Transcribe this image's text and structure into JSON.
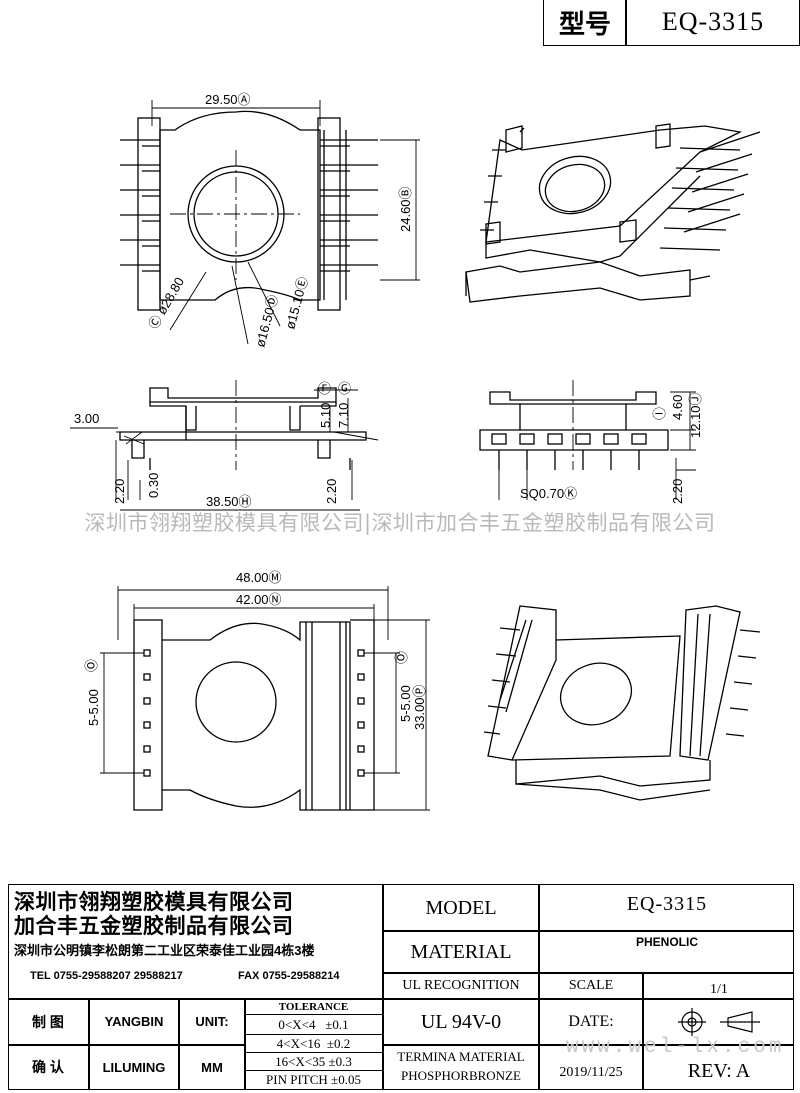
{
  "header": {
    "model_label": "型号",
    "model_value": "EQ-3315"
  },
  "dimensions": {
    "top_view": {
      "width": "29.50Ⓐ",
      "height": "24.60Ⓑ",
      "dia_c": "Ⓒ ø28.80",
      "dia_d": "ø16.50Ⓓ",
      "dia_e": "ø15.10Ⓔ"
    },
    "side_view": {
      "f": "Ⓕ",
      "g": "Ⓖ",
      "h1": "5.10",
      "h2": "7.10",
      "left": "3.00",
      "pin1": "2.20",
      "gap": "0.30",
      "pin2": "2.20",
      "width": "38.50Ⓗ"
    },
    "end_view": {
      "i": "Ⓘ",
      "h1": "4.60",
      "h2": "12.10Ⓙ",
      "pin_size": "SQ0.70Ⓚ",
      "pin_len": "2.20"
    },
    "bottom_view": {
      "w1": "48.00Ⓜ",
      "w2": "42.00Ⓝ",
      "o": "Ⓞ",
      "pitch_left": "5-5.00",
      "pitch_right": "5-5.00",
      "height": "33.00Ⓟ"
    }
  },
  "watermark": "深圳市翎翔塑胶模具有限公司|深圳市加合丰五金塑胶制品有限公司",
  "website": "www.wel-lx.com",
  "title_block": {
    "company1": "深圳市翎翔塑胶模具有限公司",
    "company2": "加合丰五金塑胶制品有限公司",
    "address": "深圳市公明镇李松朗第二工业区荣泰佳工业园4栋3楼",
    "tel": "TEL 0755-29588207 29588217",
    "fax": "FAX 0755-29588214",
    "model_label": "MODEL",
    "model_value": "EQ-3315",
    "material_label": "MATERIAL",
    "material_value": "PHENOLIC",
    "ul_label": "UL RECOGNITION",
    "ul_value": "UL 94V-0",
    "scale_label": "SCALE",
    "scale_value": "1/1",
    "drawn_label": "制 图",
    "drawn_by": "YANGBIN",
    "check_label": "确 认",
    "checked_by": "LILUMING",
    "unit_label": "UNIT:",
    "unit_value": "MM",
    "tolerance_title": "TOLERANCE",
    "tolerances": [
      "0<X<4   ±0.1",
      "4<X<16  ±0.2",
      "16<X<35 ±0.3",
      "PIN PITCH ±0.05"
    ],
    "date_label": "DATE:",
    "date_value": "2019/11/25",
    "terminal_label": "TERMINA MATERIAL",
    "terminal_value": "PHOSPHORBRONZE",
    "rev_label": "REV: A"
  }
}
